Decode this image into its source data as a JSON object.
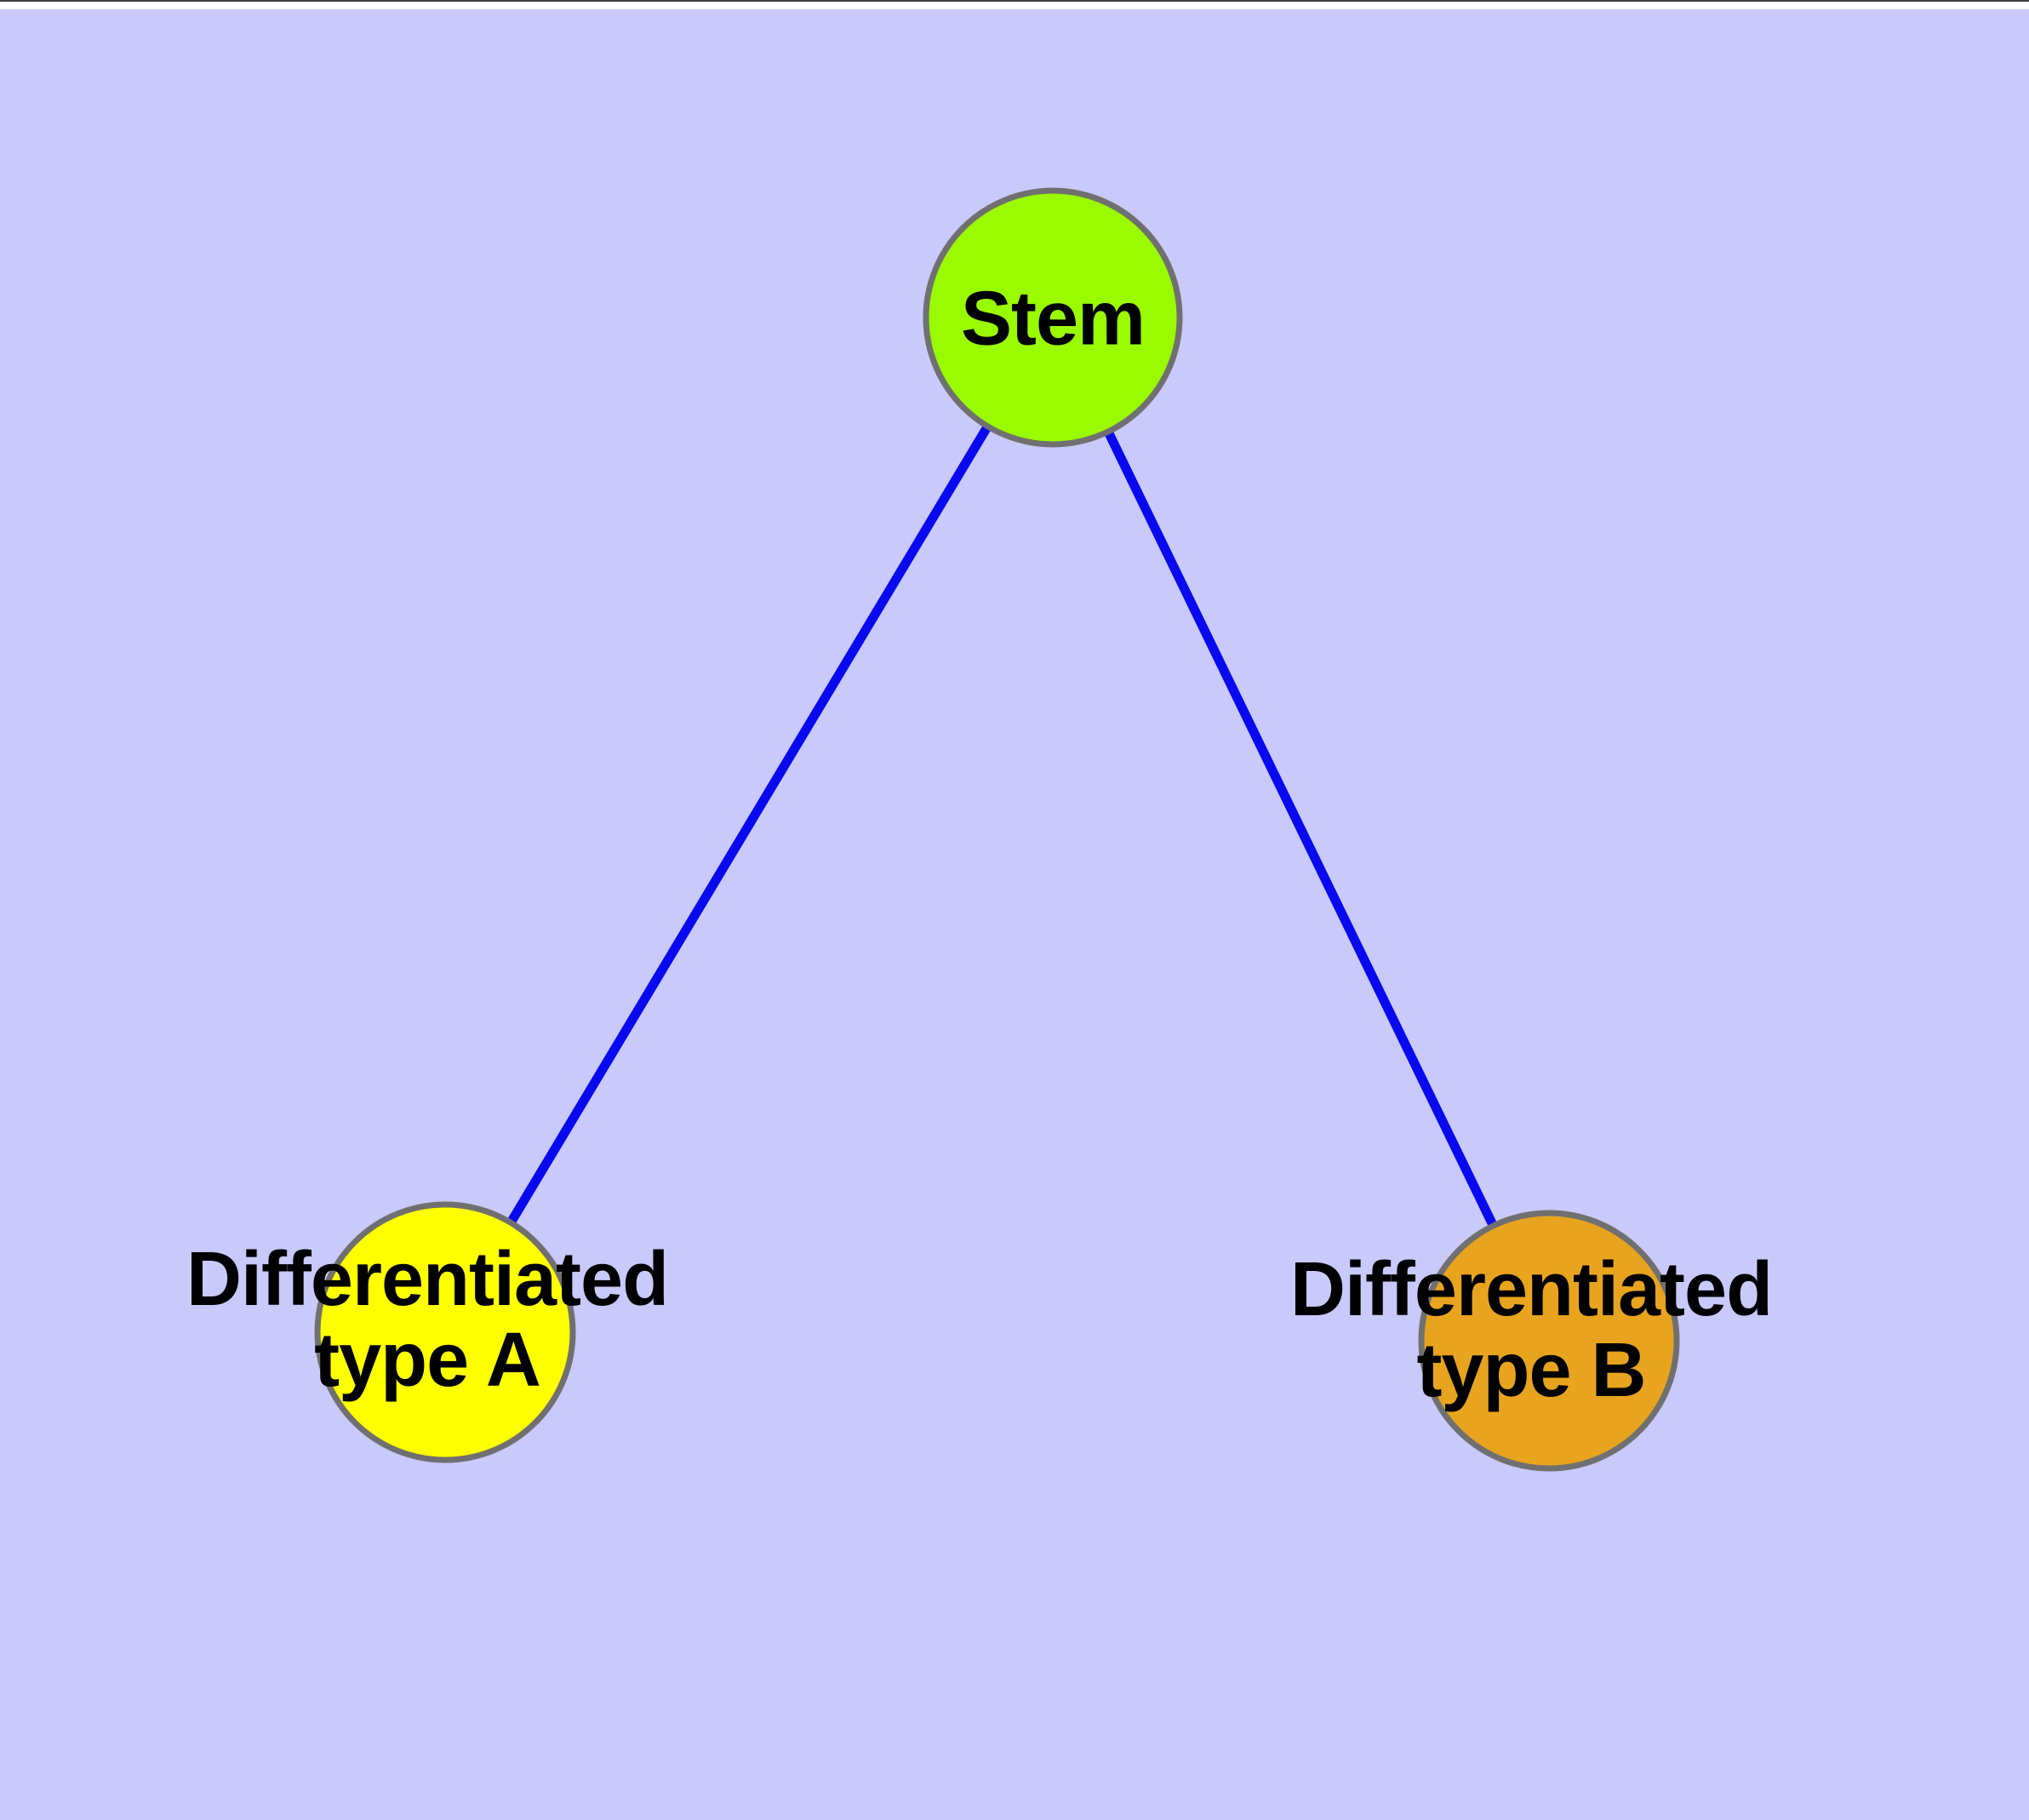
{
  "graph": {
    "kind": "node-link-diagram",
    "background_color": "#c9c9fb",
    "node_border_color": "#707070",
    "edge_color": "#0909f0",
    "label_color": "#000000",
    "nodes": [
      {
        "id": "stem",
        "label": "Stem",
        "color": "#9afa00"
      },
      {
        "id": "typeA",
        "label": "Differentiated\ntype A",
        "color": "#ffff00"
      },
      {
        "id": "typeB",
        "label": "Differentiated\ntype B",
        "color": "#e8a41e"
      }
    ],
    "edges": [
      {
        "from": "Stem",
        "to": "Differentiated type A"
      },
      {
        "from": "Stem",
        "to": "Differentiated type B"
      }
    ]
  }
}
